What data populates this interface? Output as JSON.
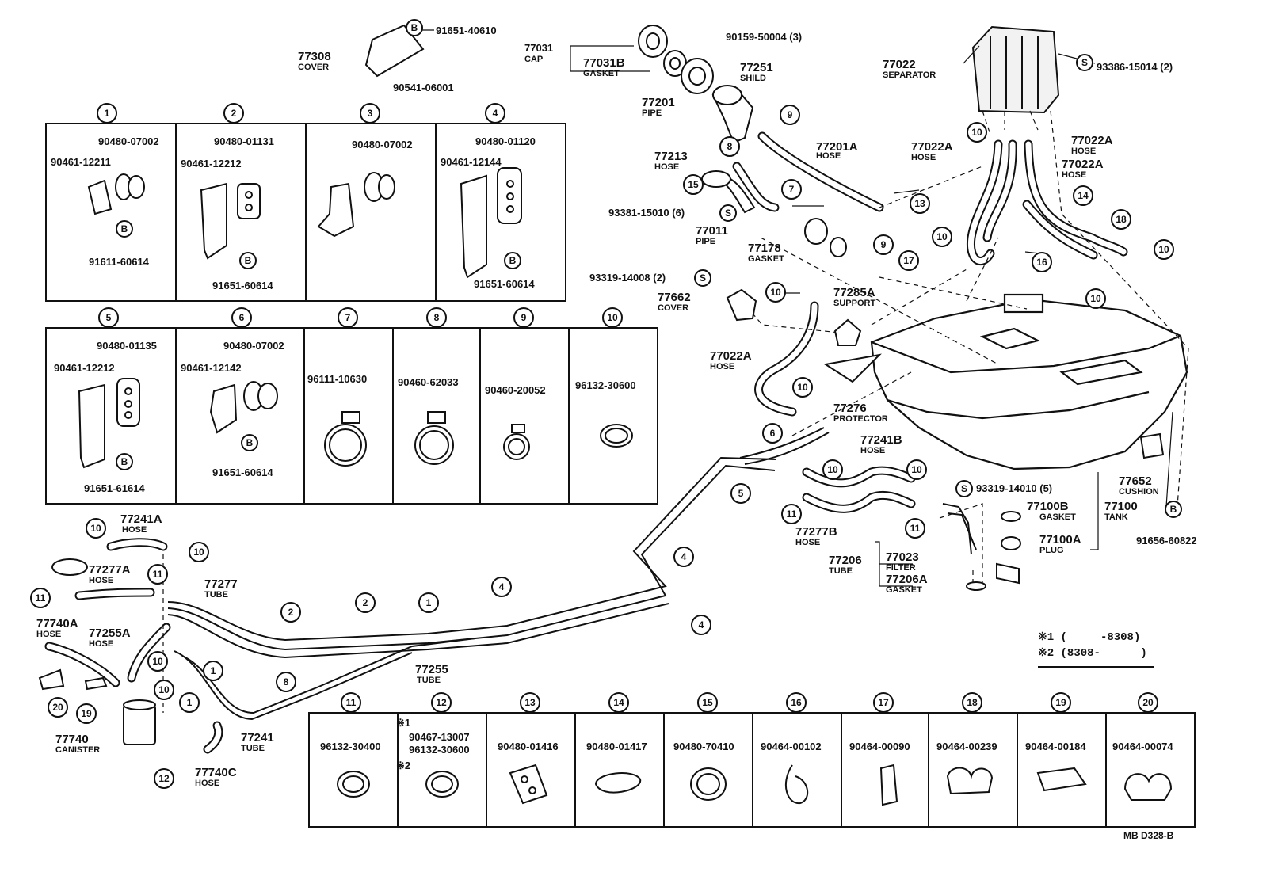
{
  "callouts": {
    "c1": "1",
    "c2": "2",
    "c3": "3",
    "c4": "4",
    "c5": "5",
    "c6": "6",
    "c7": "7",
    "c8": "8",
    "c9": "9",
    "c10": "10",
    "c11": "11",
    "c12": "12",
    "c13": "13",
    "c14": "14",
    "c15": "15",
    "c16": "16",
    "c17": "17",
    "c18": "18",
    "c19": "19",
    "c20": "20",
    "b": "B",
    "s": "S"
  },
  "top_parts": {
    "cover_77308": "77308",
    "cover_label": "COVER",
    "p91651_40610": "91651-40610",
    "p90541_06001": "90541-06001",
    "cap_77031": "77031",
    "cap_label": "CAP",
    "gasket_77031b": "77031B",
    "gasket_label": "GASKET",
    "p90159": "90159-50004 (3)",
    "shild_77251": "77251",
    "shild_label": "SHILD",
    "pipe_77201": "77201",
    "pipe_label": "PIPE",
    "hose_77201a": "77201A",
    "hose_label": "HOSE",
    "hose_77213": "77213",
    "p93381": "93381-15010 (6)",
    "pipe_77011": "77011",
    "gasket_77178": "77178",
    "p93319_14008": "93319-14008 (2)",
    "cover_77662": "77662",
    "support_77285a": "77285A",
    "support_label": "SUPPORT",
    "hose_77022a": "77022A",
    "protector_77276": "77276",
    "protector_label": "PROTECTOR",
    "hose_77241b": "77241B",
    "p93319_14010": "93319-14010 (5)",
    "separator_77022": "77022",
    "separator_label": "SEPARATOR",
    "p93386": "93386-15014 (2)",
    "cushion_77652": "77652",
    "cushion_label": "CUSHION",
    "gasket_77100b": "77100B",
    "tank_77100": "77100",
    "tank_label": "TANK",
    "plug_77100a": "77100A",
    "plug_label": "PLUG",
    "p91656": "91656-60822",
    "hose_77277b": "77277B",
    "tube_77206": "77206",
    "tube_label": "TUBE",
    "filter_77023": "77023",
    "filter_label": "FILTER",
    "gasket_77206a": "77206A",
    "hose_77241a": "77241A",
    "hose_77277a": "77277A",
    "tube_77277": "77277",
    "hose_77740a": "77740A",
    "hose_77255a": "77255A",
    "tube_77255": "77255",
    "tube_77241": "77241",
    "canister_77740": "77740",
    "canister_label": "CANISTER",
    "hose_77740c": "77740C"
  },
  "clamp_boxes_row1": [
    {
      "num": "1",
      "parts": [
        "90480-07002",
        "90461-12211",
        "91611-60614"
      ]
    },
    {
      "num": "2",
      "parts": [
        "90480-01131",
        "90461-12212",
        "91651-60614"
      ]
    },
    {
      "num": "3",
      "parts": [
        "90480-07002"
      ]
    },
    {
      "num": "4",
      "parts": [
        "90480-01120",
        "90461-12144",
        "91651-60614"
      ]
    }
  ],
  "clamp_boxes_row2": [
    {
      "num": "5",
      "parts": [
        "90480-01135",
        "90461-12212",
        "91651-61614"
      ]
    },
    {
      "num": "6",
      "parts": [
        "90480-07002",
        "90461-12142",
        "91651-60614"
      ]
    },
    {
      "num": "7",
      "parts": [
        "96111-10630"
      ]
    },
    {
      "num": "8",
      "parts": [
        "90460-62033"
      ]
    },
    {
      "num": "9",
      "parts": [
        "90460-20052"
      ]
    },
    {
      "num": "10",
      "parts": [
        "96132-30600"
      ]
    }
  ],
  "bottom_boxes": [
    {
      "num": "11",
      "part": "96132-30400"
    },
    {
      "num": "12",
      "part": "90467-13007",
      "part2": "96132-30600",
      "mark1": "※1",
      "mark2": "※2"
    },
    {
      "num": "13",
      "part": "90480-01416"
    },
    {
      "num": "14",
      "part": "90480-01417"
    },
    {
      "num": "15",
      "part": "90480-70410"
    },
    {
      "num": "16",
      "part": "90464-00102"
    },
    {
      "num": "17",
      "part": "90464-00090"
    },
    {
      "num": "18",
      "part": "90464-00239"
    },
    {
      "num": "19",
      "part": "90464-00184"
    },
    {
      "num": "20",
      "part": "90464-00074"
    }
  ],
  "footnotes": {
    "line1": "※1 (     -8308)",
    "line2": "※2 (8308-      )"
  },
  "doc_code": "MB  D328-B"
}
